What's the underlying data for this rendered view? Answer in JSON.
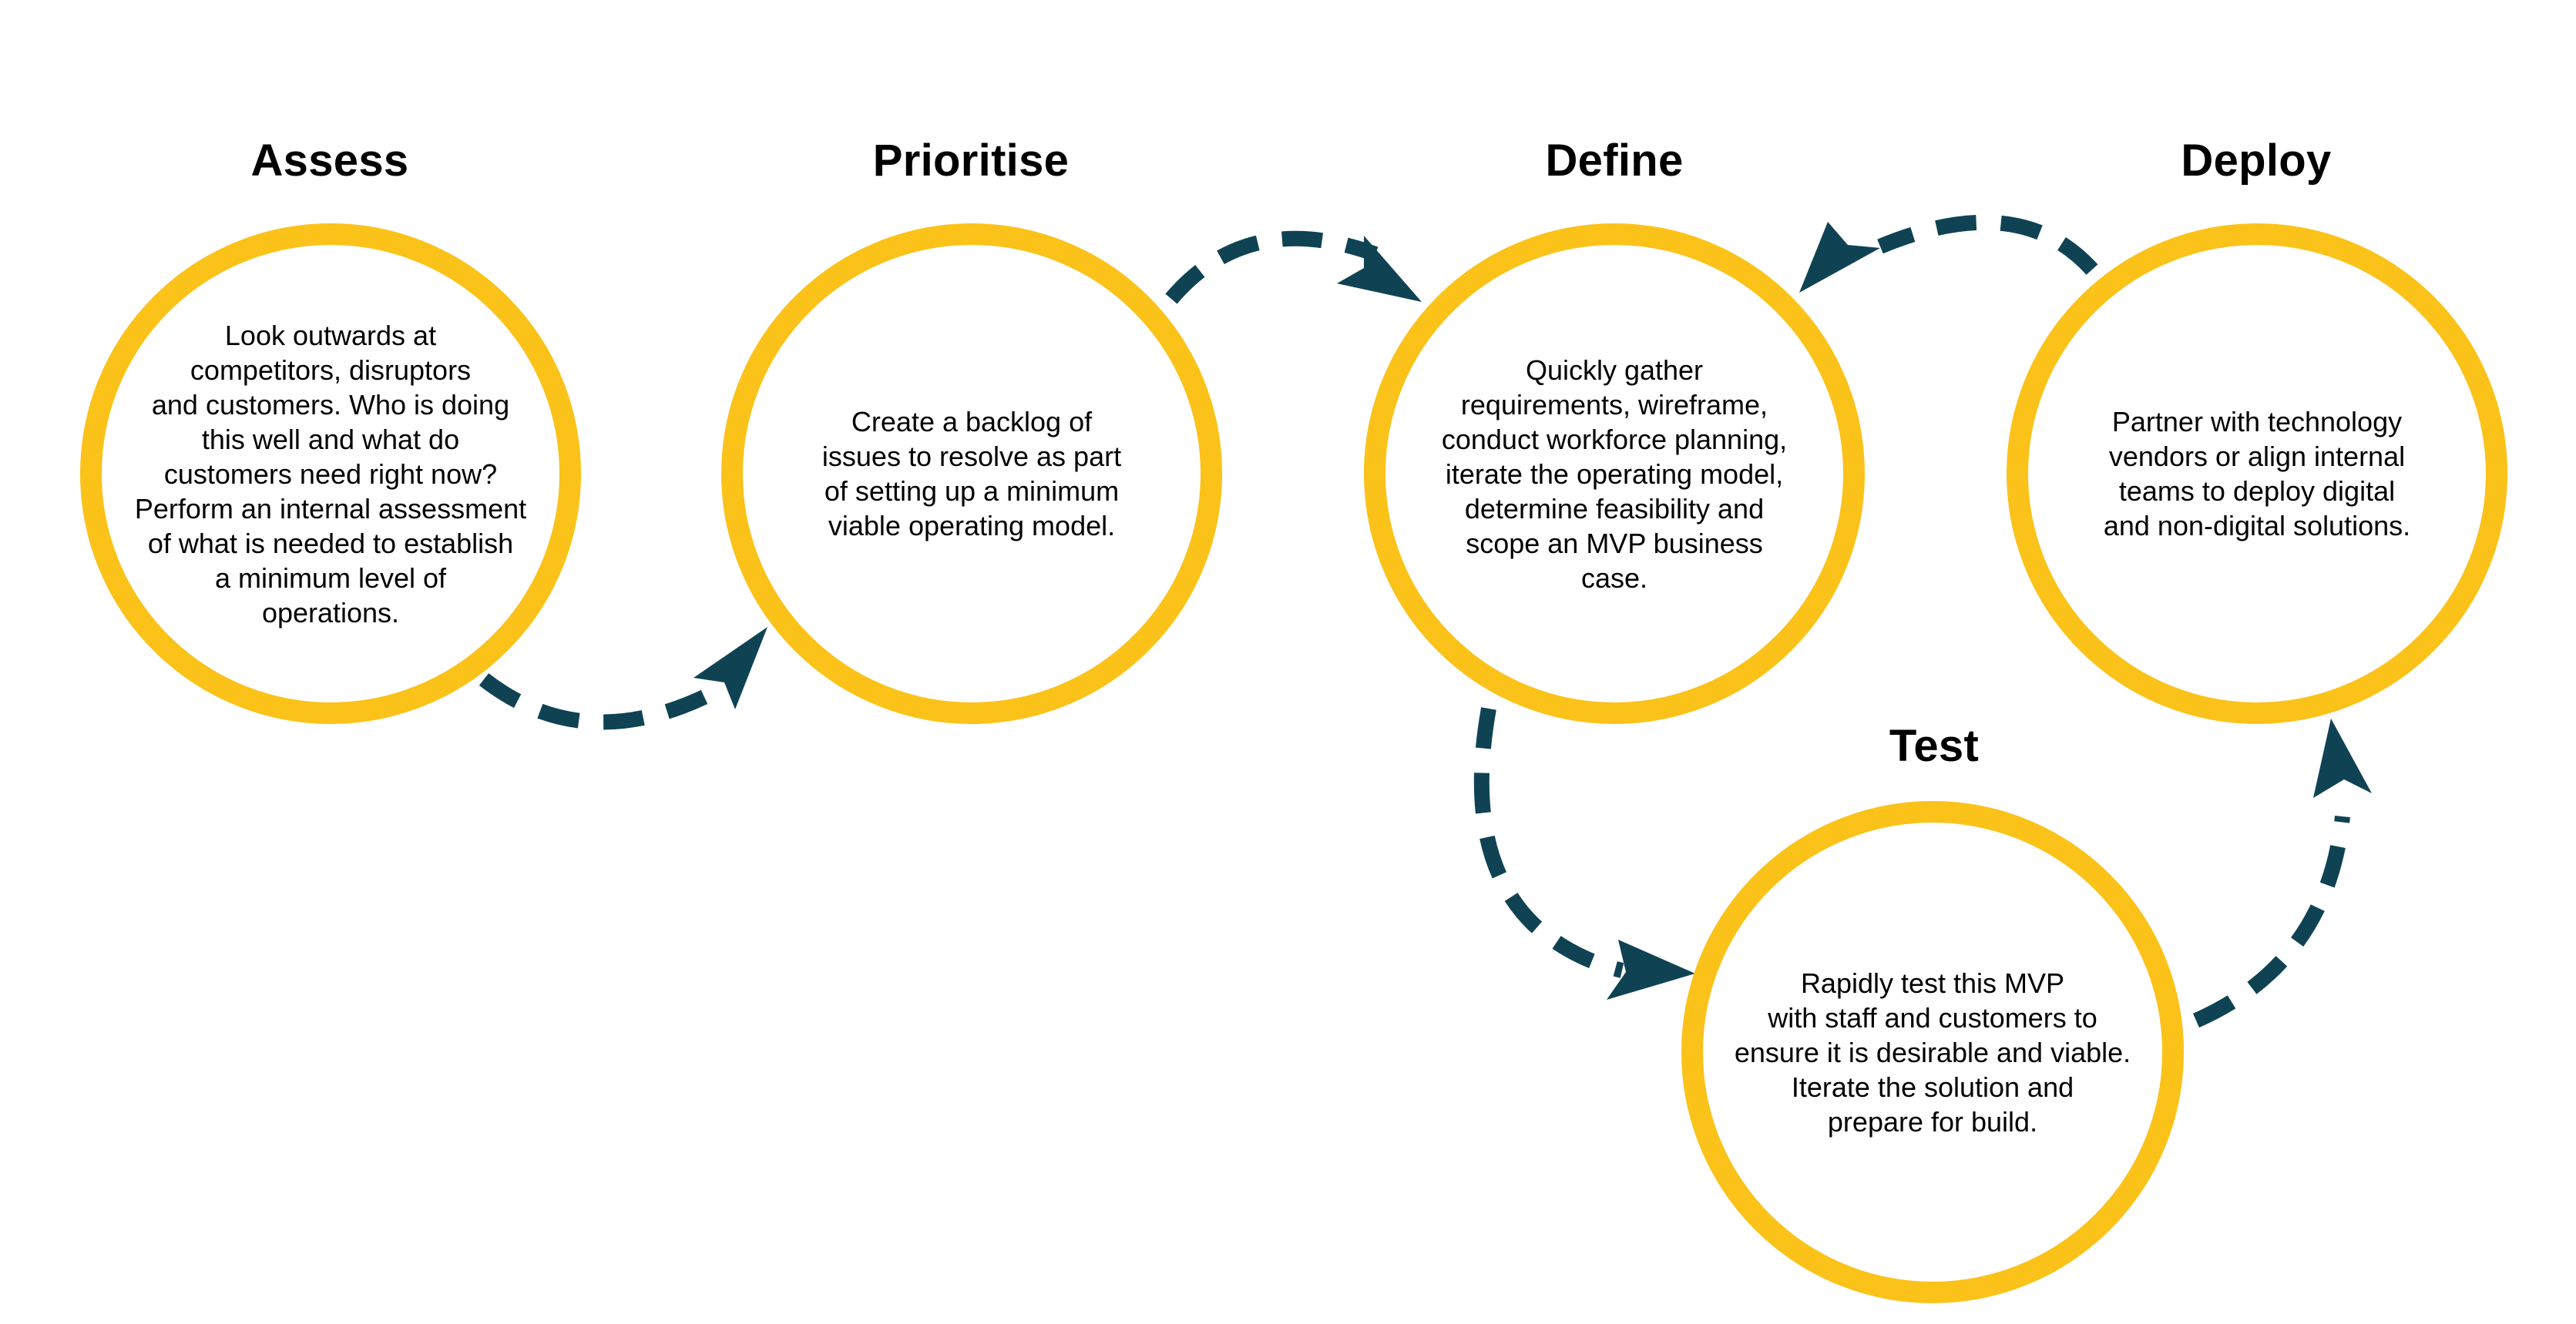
{
  "colors": {
    "circle_ring": "#fbc219",
    "arrow": "#0f4354",
    "title": "#000000",
    "text": "#000000",
    "background": "#ffffff"
  },
  "stages": {
    "assess": {
      "title": "Assess",
      "text": "Look outwards at\ncompetitors, disruptors\nand customers. Who is doing\nthis well and what do\ncustomers need right now?\nPerform an internal assessment\nof what is needed to establish\na minimum level of\noperations."
    },
    "prioritise": {
      "title": "Prioritise",
      "text": "Create a backlog of\nissues to resolve as part\nof setting up a minimum\nviable operating model."
    },
    "define": {
      "title": "Define",
      "text": "Quickly gather\nrequirements, wireframe,\nconduct workforce planning,\niterate the operating model,\ndetermine feasibility and\nscope an MVP business\ncase."
    },
    "deploy": {
      "title": "Deploy",
      "text": "Partner with technology\nvendors or align internal\nteams to deploy digital\nand non-digital solutions."
    },
    "test": {
      "title": "Test",
      "text": "Rapidly test this MVP\nwith staff and customers to\nensure it is desirable and viable.\nIterate the solution and\nprepare for build."
    }
  },
  "arrows": [
    {
      "from": "assess",
      "to": "prioritise",
      "icon": "dashed-arrow"
    },
    {
      "from": "prioritise",
      "to": "define",
      "icon": "dashed-arrow"
    },
    {
      "from": "define",
      "to": "test",
      "icon": "dashed-arrow"
    },
    {
      "from": "test",
      "to": "deploy",
      "icon": "dashed-arrow"
    },
    {
      "from": "deploy",
      "to": "define",
      "icon": "dashed-arrow"
    }
  ]
}
